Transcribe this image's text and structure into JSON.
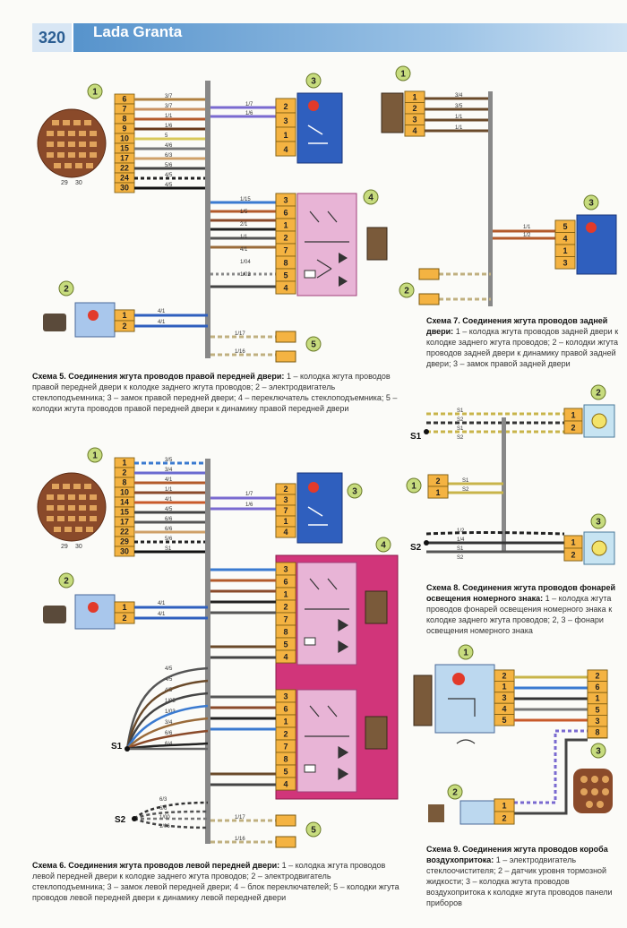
{
  "header": {
    "page_number": "320",
    "book_title": "Lada Granta"
  },
  "scheme5": {
    "caption_title": "Схема 5. Соединения жгута проводов правой передней двери:",
    "caption_text": "1 – колодка жгута проводов правой передней двери к колодке заднего жгута проводов; 2 – электродвигатель стеклоподъемника; 3 – замок правой передней двери; 4 – переключатель стеклоподъемника; 5 – колодки жгута проводов правой передней двери к динамику правой передней двери",
    "callouts": [
      "1",
      "2",
      "3",
      "4",
      "5"
    ],
    "conn1_pins": [
      "6",
      "7",
      "8",
      "9",
      "10",
      "15",
      "17",
      "22",
      "24",
      "30"
    ],
    "conn1_wires": [
      "3/7",
      "3/7",
      "1/1",
      "1/6",
      "5",
      "4/6",
      "6/3",
      "5/6",
      "4/5",
      "4/5"
    ],
    "round_labels": [
      "29",
      "30"
    ],
    "conn2_pins": [
      "1",
      "2"
    ],
    "conn2_wires": [
      "4/1",
      "4/1"
    ],
    "conn3_pins": [
      "2",
      "3",
      "1",
      "4"
    ],
    "conn3_wires": [
      "1/7",
      "1/6"
    ],
    "conn4_pins": [
      "3",
      "6",
      "1",
      "2",
      "7",
      "8",
      "5",
      "4"
    ],
    "conn4_wires": [
      "1/15",
      "1/5",
      "2/1",
      "1/1",
      "4/1",
      "1/04",
      "1/02"
    ],
    "conn5_wires": [
      "1/17",
      "1/16"
    ]
  },
  "scheme6": {
    "caption_title": "Схема 6. Соединения жгута проводов левой передней двери:",
    "caption_text": "1 – колодка жгута проводов левой передней двери к колодке заднего жгута проводов; 2 – электродвигатель стеклоподъемника; 3 – замок левой передней двери; 4 – блок переключателей; 5 – колодки жгута проводов левой передней двери к динамику левой передней двери",
    "callouts": [
      "1",
      "2",
      "3",
      "4",
      "5"
    ],
    "conn1_pins": [
      "1",
      "2",
      "8",
      "10",
      "14",
      "15",
      "17",
      "22",
      "29",
      "30"
    ],
    "conn1_wires": [
      "3/5",
      "3/4",
      "4/1",
      "1/1",
      "4/1",
      "4/5",
      "6/6",
      "6/6",
      "5/6",
      "S1"
    ],
    "round_labels": [
      "29",
      "30"
    ],
    "splices": [
      "S1",
      "S2"
    ],
    "conn2_pins": [
      "1",
      "2"
    ],
    "conn2_wires": [
      "4/1",
      "4/1"
    ],
    "conn3_pins": [
      "2",
      "3",
      "7",
      "1",
      "4"
    ],
    "conn3_wires": [
      "1/7",
      "1/6"
    ],
    "block_upper_pins": [
      "3",
      "6",
      "1",
      "2",
      "7",
      "8",
      "5",
      "4"
    ],
    "block_lower_pins": [
      "3",
      "6",
      "1",
      "2",
      "7",
      "8",
      "5",
      "4"
    ],
    "lower_wires": [
      "4/5",
      "4/5",
      "4/5",
      "1/05",
      "1/03",
      "3/4",
      "6/6",
      "6/4"
    ],
    "s2_wires": [
      "6/3",
      "6/6",
      "1/00",
      "1/06"
    ],
    "conn5_wires": [
      "1/17",
      "1/16"
    ]
  },
  "scheme7": {
    "caption_title": "Схема 7. Соединения жгута проводов задней двери:",
    "caption_text": "1 – колодка жгута проводов задней двери к колодке заднего жгута проводов; 2 – колодки жгута проводов задней двери к динамику правой задней двери; 3 – замок правой задней двери",
    "callouts": [
      "1",
      "2",
      "3"
    ],
    "conn1_pins": [
      "1",
      "2",
      "3",
      "4"
    ],
    "conn1_wires": [
      "3/4",
      "3/5",
      "1/1",
      "1/1"
    ],
    "conn3_pins": [
      "5",
      "4",
      "1",
      "3"
    ],
    "conn3_wires": [
      "1/1",
      "1/2"
    ]
  },
  "scheme8": {
    "caption_title": "Схема 8. Соединения жгута проводов фонарей освещения номерного знака:",
    "caption_text": "1 – колодка жгута проводов фонарей освещения номерного знака к колодке заднего жгута проводов; 2, 3 – фонари освещения номерного знака",
    "callouts": [
      "1",
      "2",
      "3"
    ],
    "splices": [
      "S1",
      "S2"
    ],
    "conn1_pins": [
      "2",
      "1"
    ],
    "conn1_wires": [
      "S1",
      "S2"
    ],
    "lamp_pins_top": [
      "1",
      "2"
    ],
    "lamp_pins_bottom": [
      "1",
      "2"
    ],
    "top_wires": [
      "S1",
      "S2",
      "S1",
      "S2"
    ],
    "bottom_wires": [
      "1/2",
      "1/4",
      "S1",
      "S2"
    ]
  },
  "scheme9": {
    "caption_title": "Схема 9. Соединения жгута проводов короба воздухопритока:",
    "caption_text": "1 – электродвигатель стеклоочистителя; 2 – датчик уровня тормозной жидкости; 3 – колодка жгута проводов воздухопритока к колодке жгута проводов панели приборов",
    "callouts": [
      "1",
      "2",
      "3"
    ],
    "motor_pins": [
      "2",
      "1",
      "3",
      "4",
      "5"
    ],
    "sensor_pins": [
      "1",
      "2"
    ],
    "conn3_pins": [
      "2",
      "6",
      "1",
      "5",
      "3",
      "8"
    ]
  }
}
